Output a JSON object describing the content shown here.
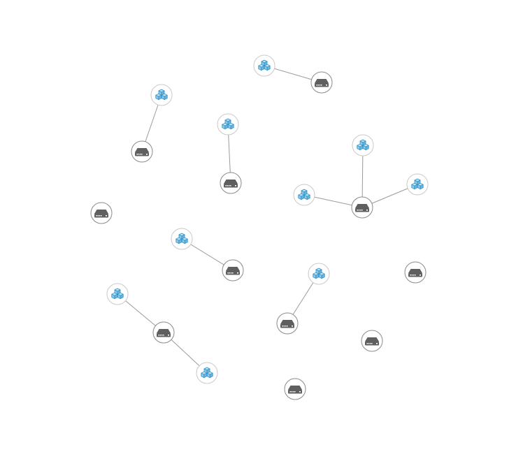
{
  "graph": {
    "colors": {
      "edge": "#9a9a9a",
      "server_icon": "#5f5f5f",
      "pod_icon_fill": "#8cc9ea",
      "pod_icon_stroke": "#2f90c4",
      "server_ring": "#8a8a8a",
      "pod_ring": "#c9c9c9"
    },
    "nodes": [
      {
        "id": "pod-1",
        "type": "pod",
        "icon": "cubes-icon"
      },
      {
        "id": "srv-1",
        "type": "server",
        "icon": "server-icon"
      },
      {
        "id": "pod-2",
        "type": "pod",
        "icon": "cubes-icon"
      },
      {
        "id": "srv-2",
        "type": "server",
        "icon": "server-icon"
      },
      {
        "id": "pod-3",
        "type": "pod",
        "icon": "cubes-icon"
      },
      {
        "id": "srv-3",
        "type": "server",
        "icon": "server-icon"
      },
      {
        "id": "pod-4",
        "type": "pod",
        "icon": "cubes-icon"
      },
      {
        "id": "pod-5",
        "type": "pod",
        "icon": "cubes-icon"
      },
      {
        "id": "pod-6",
        "type": "pod",
        "icon": "cubes-icon"
      },
      {
        "id": "srv-4",
        "type": "server",
        "icon": "server-icon"
      },
      {
        "id": "srv-5",
        "type": "server",
        "icon": "server-icon"
      },
      {
        "id": "pod-7",
        "type": "pod",
        "icon": "cubes-icon"
      },
      {
        "id": "srv-6",
        "type": "server",
        "icon": "server-icon"
      },
      {
        "id": "pod-8",
        "type": "pod",
        "icon": "cubes-icon"
      },
      {
        "id": "srv-7",
        "type": "server",
        "icon": "server-icon"
      },
      {
        "id": "srv-8",
        "type": "server",
        "icon": "server-icon"
      },
      {
        "id": "pod-9",
        "type": "pod",
        "icon": "cubes-icon"
      },
      {
        "id": "srv-9",
        "type": "server",
        "icon": "server-icon"
      },
      {
        "id": "pod-10",
        "type": "pod",
        "icon": "cubes-icon"
      },
      {
        "id": "srv-10",
        "type": "server",
        "icon": "server-icon"
      },
      {
        "id": "srv-11",
        "type": "server",
        "icon": "server-icon"
      }
    ],
    "edges": [
      {
        "from": "pod-1",
        "to": "srv-1"
      },
      {
        "from": "pod-2",
        "to": "srv-2"
      },
      {
        "from": "pod-3",
        "to": "srv-3"
      },
      {
        "from": "pod-4",
        "to": "srv-4"
      },
      {
        "from": "pod-5",
        "to": "srv-4"
      },
      {
        "from": "pod-6",
        "to": "srv-4"
      },
      {
        "from": "pod-7",
        "to": "srv-6"
      },
      {
        "from": "pod-8",
        "to": "srv-8"
      },
      {
        "from": "pod-9",
        "to": "srv-9"
      },
      {
        "from": "pod-10",
        "to": "srv-9"
      }
    ]
  }
}
